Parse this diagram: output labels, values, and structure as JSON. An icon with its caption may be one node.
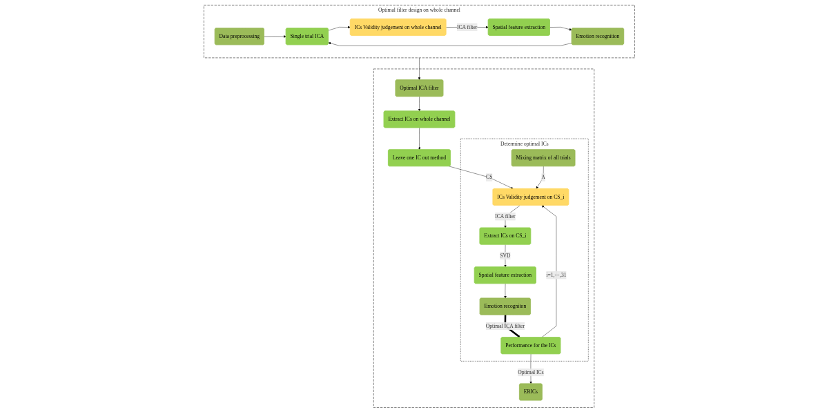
{
  "diagram": {
    "nodes": [
      {
        "text": [
          "Optimal filter design on whole channel"
        ]
      },
      {
        "text": [
          "Data preprocessing"
        ],
        "in": 0
      },
      {
        "text": [
          "Single trial ICA"
        ],
        "in": 0
      },
      {
        "text": [
          "ICs Validity judgement on whole channel"
        ],
        "in": 0
      },
      {
        "text": [
          "Spatial feature extraction"
        ],
        "in": 0
      },
      {
        "text": [
          "Emotion recognition"
        ],
        "in": 0
      },
      {
        "text": [],
        "shape": "box"
      },
      {
        "text": [
          "Determine optimal ICs"
        ],
        "in": 6
      },
      {
        "text": [
          "Mixing matrix of all trials"
        ],
        "in": 7
      },
      {
        "text": [
          "ICs Validity judgement on CS_i"
        ],
        "in": 7
      },
      {
        "text": [
          "Leave one IC out method"
        ],
        "in": 6
      },
      {
        "text": [
          "Extract ICs on whole channel"
        ],
        "in": 6
      },
      {
        "text": [
          "Optimal ICA filter"
        ],
        "in": 6
      },
      {
        "text": [
          "Extract ICs on CS_i"
        ],
        "in": 7
      },
      {
        "text": [
          "Spatial feature extraction"
        ],
        "in": 7
      },
      {
        "text": [
          "Emotion recogniton"
        ],
        "in": 7
      },
      {
        "text": [
          "Performance for the ICs"
        ],
        "in": 7
      },
      {
        "text": [
          "ERICs"
        ],
        "in": 6
      }
    ],
    "edges": [
      {
        "from": 1,
        "to": 2,
        "arrow": "to"
      },
      {
        "from": 2,
        "to": 3,
        "arrow": "to"
      },
      {
        "from": 3,
        "to": 4,
        "arrow": "to",
        "label": "ICA filter"
      },
      {
        "from": 4,
        "to": 5,
        "arrow": "to"
      },
      {
        "from": 5,
        "to": 2,
        "arrow": "to"
      },
      {
        "from": 0,
        "to": 12,
        "arrow": "to"
      },
      {
        "from": 12,
        "to": 11,
        "arrow": "to"
      },
      {
        "from": 11,
        "to": 10,
        "arrow": "to"
      },
      {
        "from": 10,
        "to": 9,
        "arrow": "to",
        "label": "CS"
      },
      {
        "from": 8,
        "to": 9,
        "arrow": "to",
        "label": "A"
      },
      {
        "from": 9,
        "to": 13,
        "arrow": "to",
        "label": "ICA filter"
      },
      {
        "from": 13,
        "to": 14,
        "arrow": "to",
        "label": "SVD"
      },
      {
        "from": 14,
        "to": 15,
        "arrow": "to"
      },
      {
        "from": 15,
        "to": 16,
        "arrow": "to",
        "label": "Optimal ICA filter",
        "style": "thick"
      },
      {
        "from": 16,
        "to": 9,
        "arrow": "to",
        "label": "i=1,⋯,31"
      },
      {
        "from": 16,
        "to": 17,
        "arrow": "to",
        "label": "Optimal ICs"
      }
    ]
  }
}
